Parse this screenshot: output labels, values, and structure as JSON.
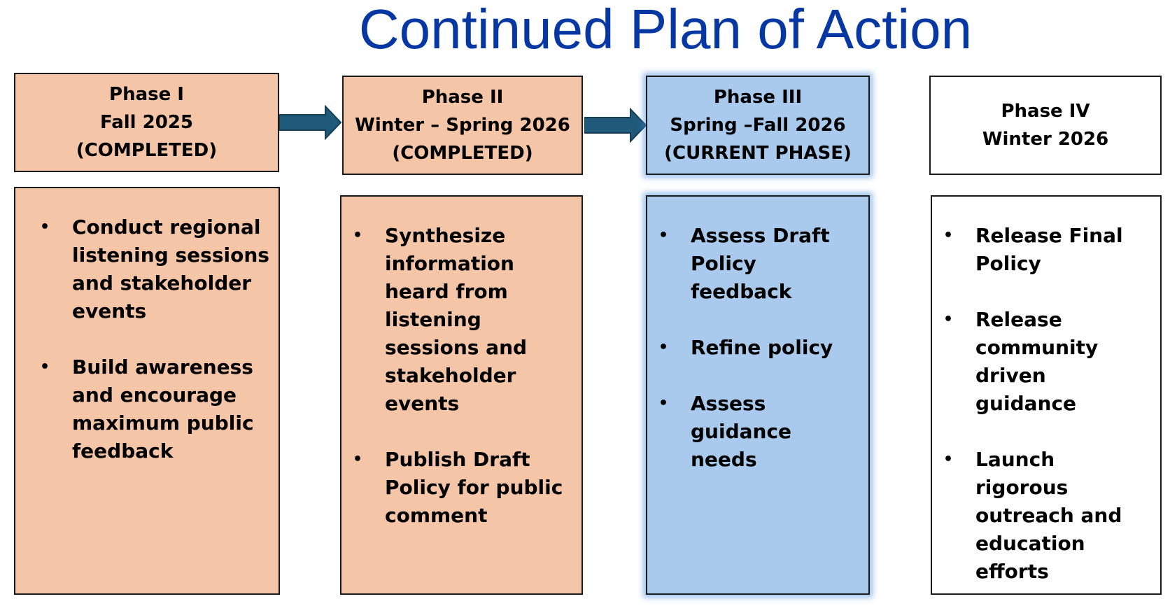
{
  "title": "Continued Plan of Action",
  "colors": {
    "title": "#0637a2",
    "completed_fill": "#f5c5a8",
    "current_fill": "#a9caec",
    "upcoming_fill": "#ffffff",
    "arrow_fill": "#1f5a7a"
  },
  "phases": [
    {
      "header": [
        "Phase I",
        "Fall 2025",
        "(COMPLETED)"
      ],
      "items": [
        "Conduct regional listening sessions and stakeholder events",
        "Build awareness and encourage maximum public feedback"
      ]
    },
    {
      "header": [
        "Phase II",
        "Winter – Spring 2026",
        "(COMPLETED)"
      ],
      "items": [
        "Synthesize information heard from listening sessions and stakeholder events",
        "Publish Draft Policy for public comment"
      ]
    },
    {
      "header": [
        "Phase III",
        "Spring –Fall 2026",
        "(CURRENT PHASE)"
      ],
      "items": [
        "Assess Draft Policy feedback",
        "Refine policy",
        "Assess guidance needs"
      ]
    },
    {
      "header": [
        "Phase IV",
        "Winter 2026"
      ],
      "items": [
        "Release Final Policy",
        "Release community driven guidance",
        "Launch rigorous outreach and education efforts"
      ]
    }
  ]
}
